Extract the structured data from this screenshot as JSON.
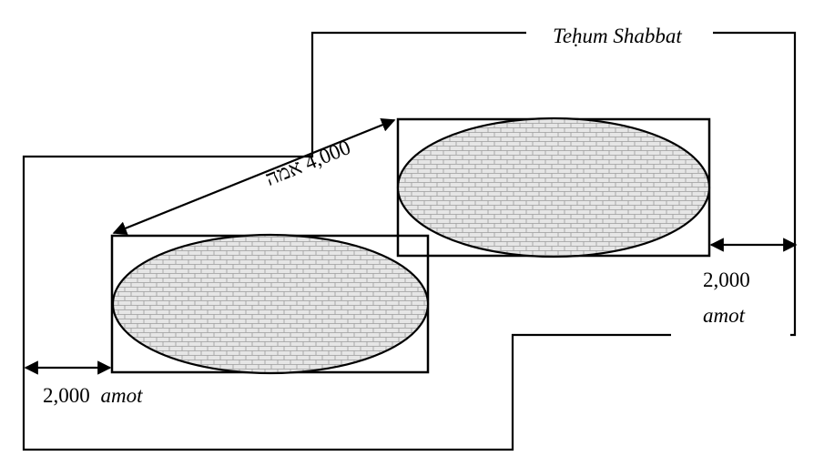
{
  "labels": {
    "boundary_title": "Teḥum Shabbat",
    "diagonal_distance": "4,000 אמה",
    "right_distance_number": "2,000",
    "right_distance_unit": "amot",
    "left_distance_number": "2,000",
    "left_distance_unit": "amot"
  },
  "colors": {
    "ink": "#000000",
    "city_fill": "#e6e6e6",
    "brick_line": "#9a9a9a"
  },
  "icons": {
    "city_pattern": "brick-hatch"
  }
}
